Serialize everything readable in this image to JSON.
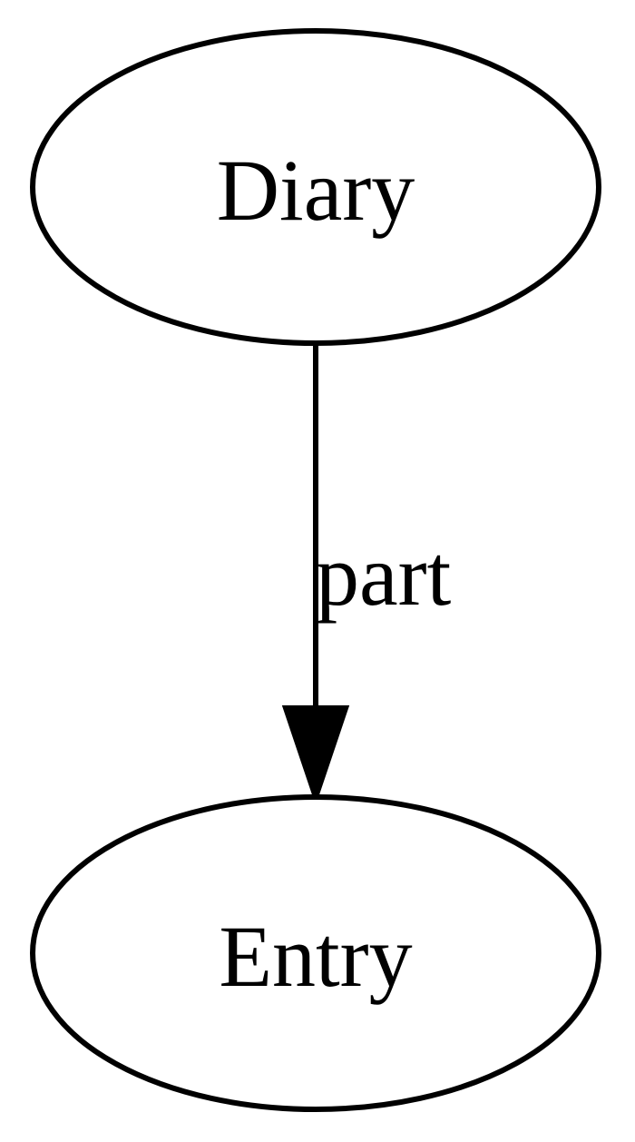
{
  "nodes": [
    {
      "id": "diary",
      "label": "Diary"
    },
    {
      "id": "entry",
      "label": "Entry"
    }
  ],
  "edges": [
    {
      "from": "diary",
      "to": "entry",
      "label": "part"
    }
  ],
  "colors": {
    "stroke": "#000000",
    "fill": "#ffffff",
    "background": "#ffffff"
  }
}
